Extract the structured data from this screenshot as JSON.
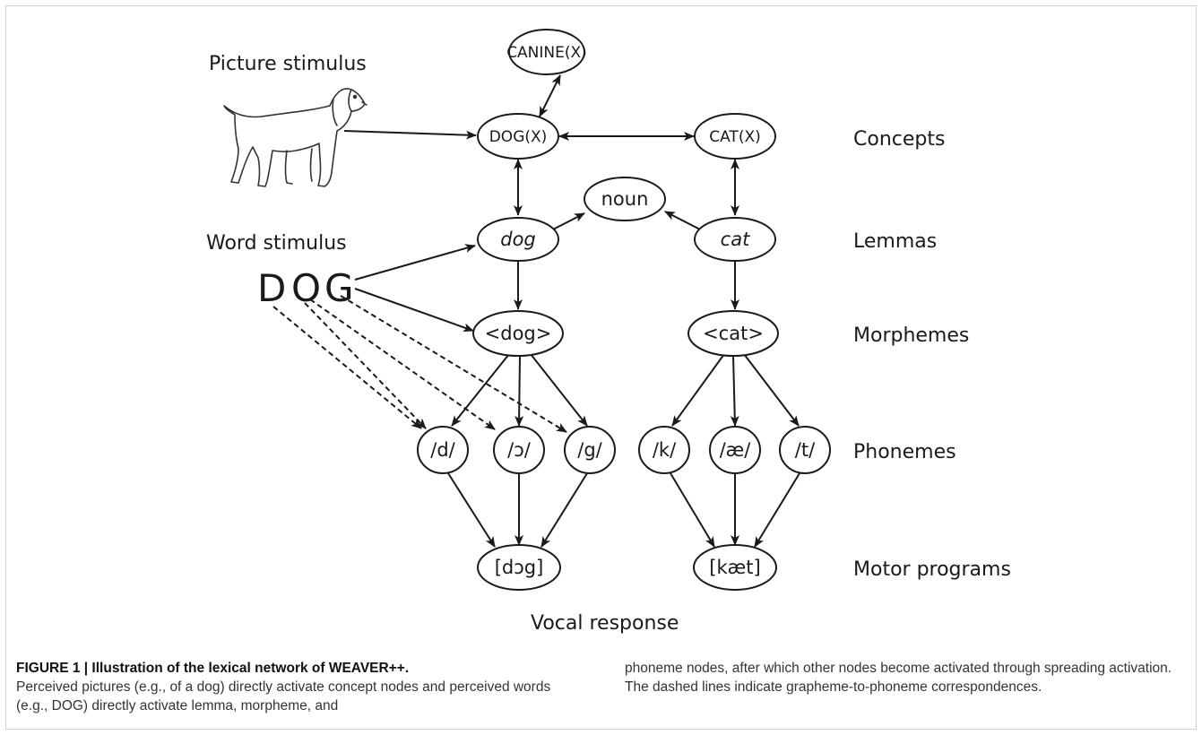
{
  "labels": {
    "picture_stimulus": "Picture stimulus",
    "word_stimulus": "Word stimulus",
    "word_letters": [
      "D",
      "O",
      "G"
    ],
    "vocal_response": "Vocal response"
  },
  "levels": {
    "concepts": "Concepts",
    "lemmas": "Lemmas",
    "morphemes": "Morphemes",
    "phonemes": "Phonemes",
    "motor_programs": "Motor programs"
  },
  "nodes": {
    "canine": "CANINE(X)",
    "dog_concept": "DOG(X)",
    "cat_concept": "CAT(X)",
    "noun": "noun",
    "dog_lemma": "dog",
    "cat_lemma": "cat",
    "dog_morpheme": "<dog>",
    "cat_morpheme": "<cat>",
    "ph_d": "/d/",
    "ph_o": "/ɔ/",
    "ph_g": "/g/",
    "ph_k": "/k/",
    "ph_ae": "/æ/",
    "ph_t": "/t/",
    "motor_dog": "[dɔg]",
    "motor_cat": "[kæt]"
  },
  "caption": {
    "title": "FIGURE 1 | Illustration of the lexical network of WEAVER++.",
    "col1": "Perceived pictures (e.g., of a dog) directly activate concept nodes and perceived words (e.g., DOG) directly activate lemma, morpheme, and",
    "col2": "phoneme nodes, after which other nodes become activated through spreading activation. The dashed lines indicate grapheme-to-phoneme correspondences."
  }
}
